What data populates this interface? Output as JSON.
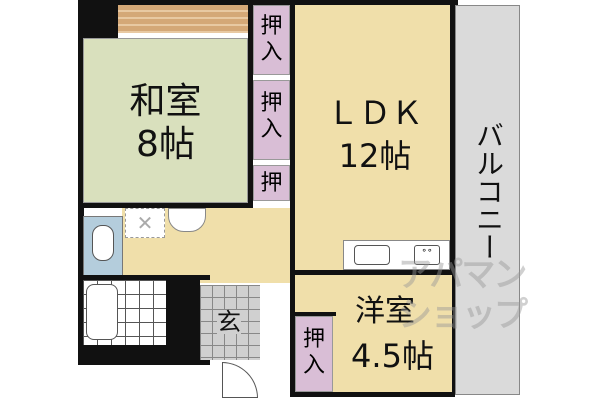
{
  "rooms": {
    "washitsu": {
      "name": "和室",
      "size": "8帖"
    },
    "ldk": {
      "name": "ＬＤＫ",
      "size": "12帖"
    },
    "yoshitsu": {
      "name": "洋室",
      "size": "4.5帖"
    },
    "genkan": {
      "name": "玄"
    },
    "balcony": {
      "name": "バルコニー"
    },
    "closets": [
      {
        "label": "押入"
      },
      {
        "label": "押入"
      },
      {
        "label": "押"
      },
      {
        "label": "押入"
      }
    ]
  },
  "watermark": "アパマンショップ",
  "colors": {
    "washitsu": "#d9e0bd",
    "ldk": "#f0dfaa",
    "closet": "#d9bed6",
    "toilet": "#b4cddc",
    "balcony": "#dadada",
    "genkan": "#d0d0d0",
    "veranda": "#d4a877"
  }
}
